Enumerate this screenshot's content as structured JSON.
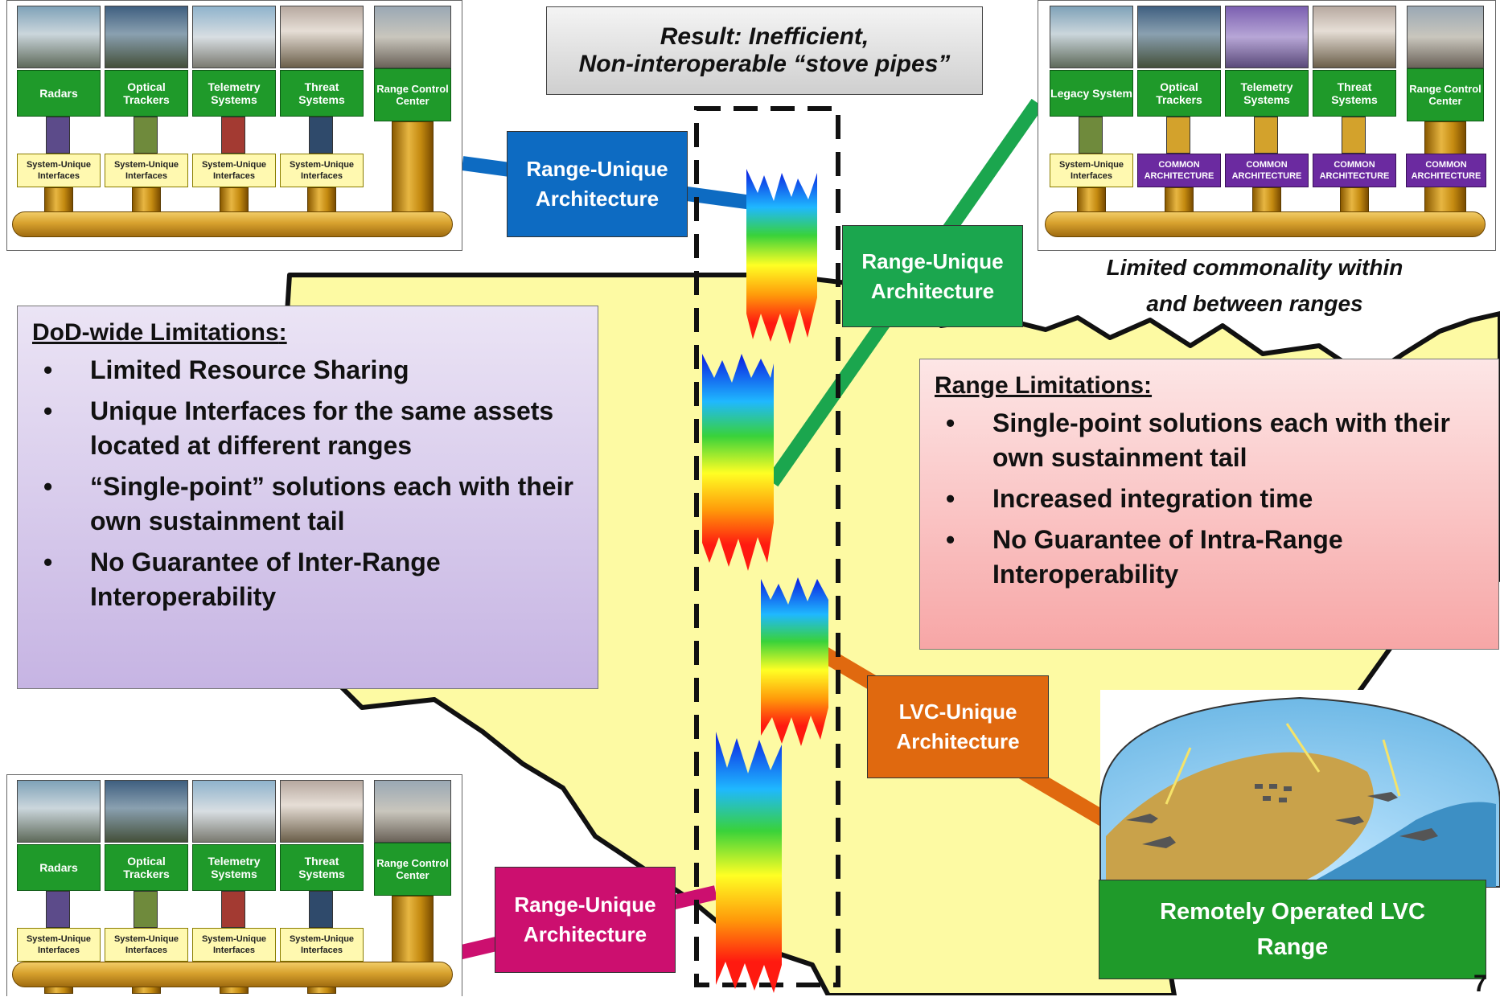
{
  "result_box": {
    "line1": "Result: Inefficient,",
    "line2": "Non-interoperable “stove pipes”"
  },
  "panel_top_left": {
    "assets": [
      {
        "label": "Radars",
        "interface": "System-Unique Interfaces"
      },
      {
        "label": "Optical Trackers",
        "interface": "System-Unique Interfaces"
      },
      {
        "label": "Telemetry Systems",
        "interface": "System-Unique Interfaces"
      },
      {
        "label": "Threat Systems",
        "interface": "System-Unique Interfaces"
      }
    ],
    "control_center": "Range Control Center"
  },
  "panel_top_right": {
    "assets": [
      {
        "label": "Legacy System",
        "interface": "System-Unique Interfaces"
      },
      {
        "label": "Optical Trackers",
        "interface": "COMMON ARCHITECTURE"
      },
      {
        "label": "Telemetry Systems",
        "interface": "COMMON ARCHITECTURE"
      },
      {
        "label": "Threat Systems",
        "interface": "COMMON ARCHITECTURE"
      }
    ],
    "control_center": "Range Control Center",
    "extra_interface": "COMMON ARCHITECTURE",
    "caption_line1": "Limited commonality within",
    "caption_line2": "and between ranges"
  },
  "panel_bottom_left": {
    "assets": [
      {
        "label": "Radars",
        "interface": "System-Unique Interfaces"
      },
      {
        "label": "Optical Trackers",
        "interface": "System-Unique Interfaces"
      },
      {
        "label": "Telemetry Systems",
        "interface": "System-Unique Interfaces"
      },
      {
        "label": "Threat Systems",
        "interface": "System-Unique Interfaces"
      }
    ],
    "control_center": "Range Control Center"
  },
  "tags": {
    "blue": "Range-Unique Architecture",
    "green": "Range-Unique Architecture",
    "orange": "LVC-Unique Architecture",
    "magenta": "Range-Unique Architecture",
    "lvc_range": "Remotely Operated LVC Range"
  },
  "dod_box": {
    "heading": "DoD-wide Limitations",
    "items": [
      "Limited Resource Sharing",
      "Unique Interfaces for the same assets located at different ranges",
      "“Single-point” solutions each with their own sustainment tail",
      "No Guarantee of Inter-Range Interoperability"
    ]
  },
  "range_box": {
    "heading": "Range Limitations",
    "items": [
      "Single-point solutions each with their own sustainment tail",
      "Increased integration time",
      "No Guarantee of Intra-Range Interoperability"
    ]
  },
  "page_number": "7",
  "colors": {
    "map_fill": "#fdfaa3",
    "blue_tag": "#0d6bc2",
    "green_tag": "#1ba64e",
    "orange_tag": "#e0690f",
    "magenta_tag": "#cc0f6f",
    "dod_box_top": "#e9e1f4",
    "dod_box_bottom": "#c8b6e4",
    "range_box_top": "#fde4e4",
    "range_box_bottom": "#f7a9a9",
    "lvc_label": "#1f9a2a"
  }
}
